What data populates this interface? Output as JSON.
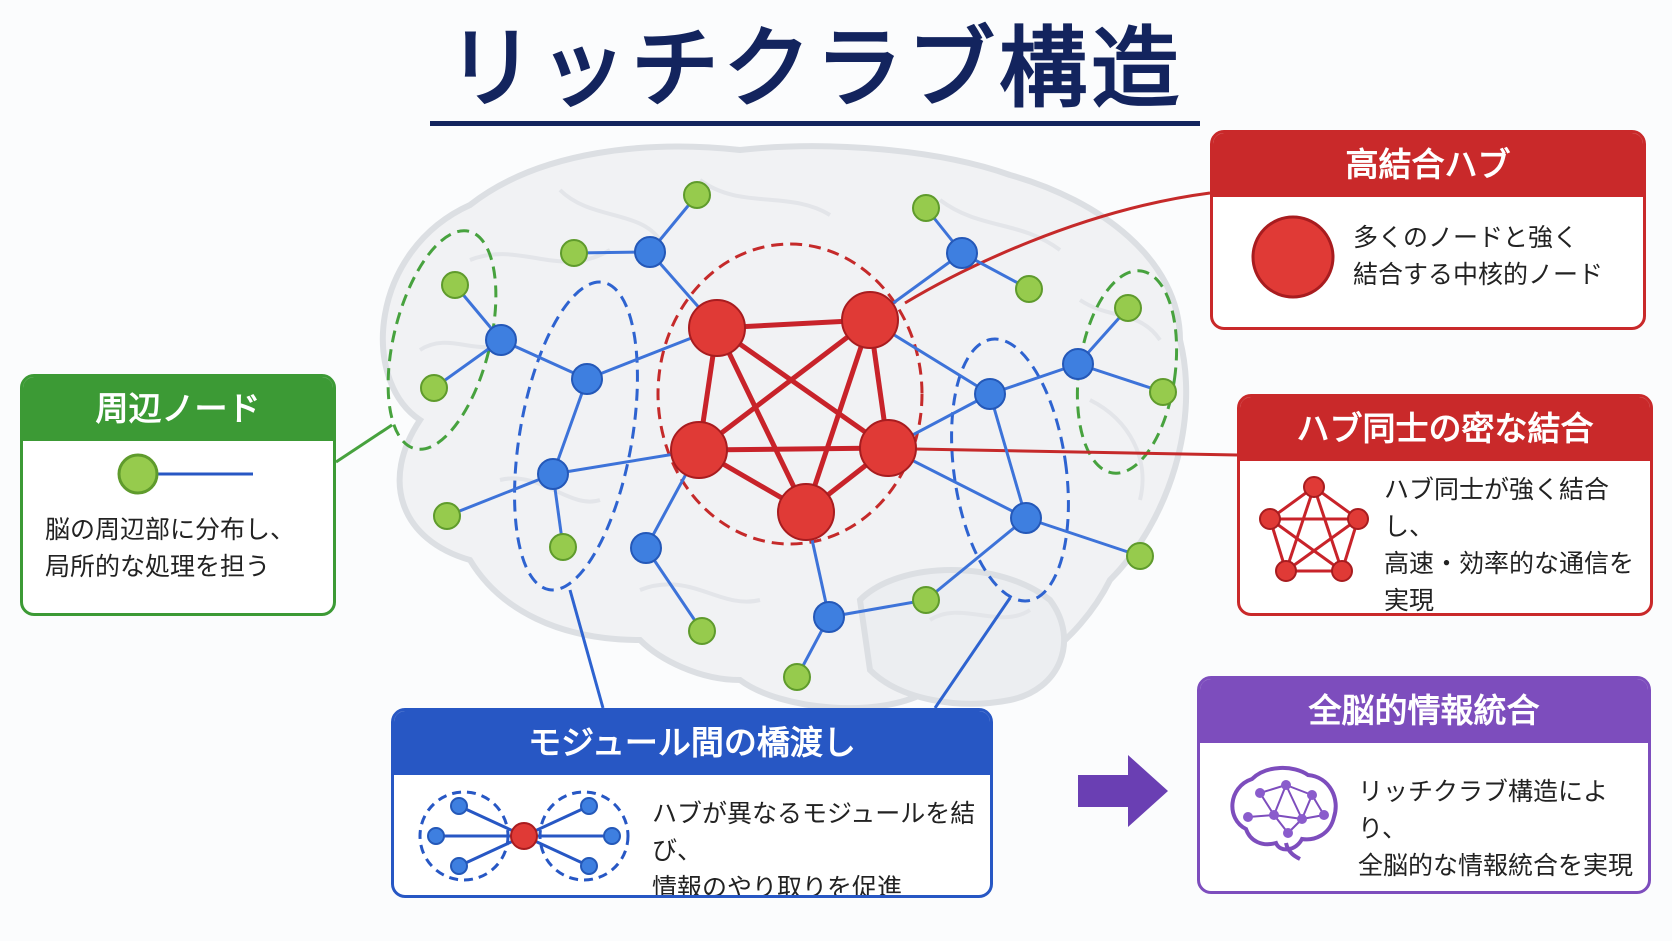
{
  "title": "リッチクラブ構造",
  "peripheral": {
    "heading": "周辺ノード",
    "lines": [
      "脳の周辺部に分布し、",
      "局所的な処理を担う"
    ]
  },
  "hub": {
    "heading": "高結合ハブ",
    "lines": [
      "多くのノードと強く",
      "結合する中核的ノード"
    ]
  },
  "dense": {
    "heading": "ハブ同士の密な結合",
    "lines": [
      "ハブ同士が強く結合し、",
      "高速・効率的な通信を",
      "実現"
    ]
  },
  "bridge": {
    "heading": "モジュール間の橋渡し",
    "lines": [
      "ハブが異なるモジュールを結び、",
      "情報のやり取りを促進"
    ]
  },
  "integration": {
    "heading": "全脳的情報統合",
    "lines": [
      "リッチクラブ構造により、",
      "全脳的な情報統合を実現"
    ]
  },
  "colors": {
    "navy": "#13245e",
    "green": "#3c9a35",
    "red": "#c9292a",
    "blue": "#2757c4",
    "purple": "#7d4dbd"
  },
  "icons": [
    "brain-outline",
    "rich-club-network",
    "green-node-icon",
    "red-hub-icon",
    "pentagon-network-icon",
    "two-module-icon",
    "brain-network-icon",
    "right-arrow-icon"
  ]
}
